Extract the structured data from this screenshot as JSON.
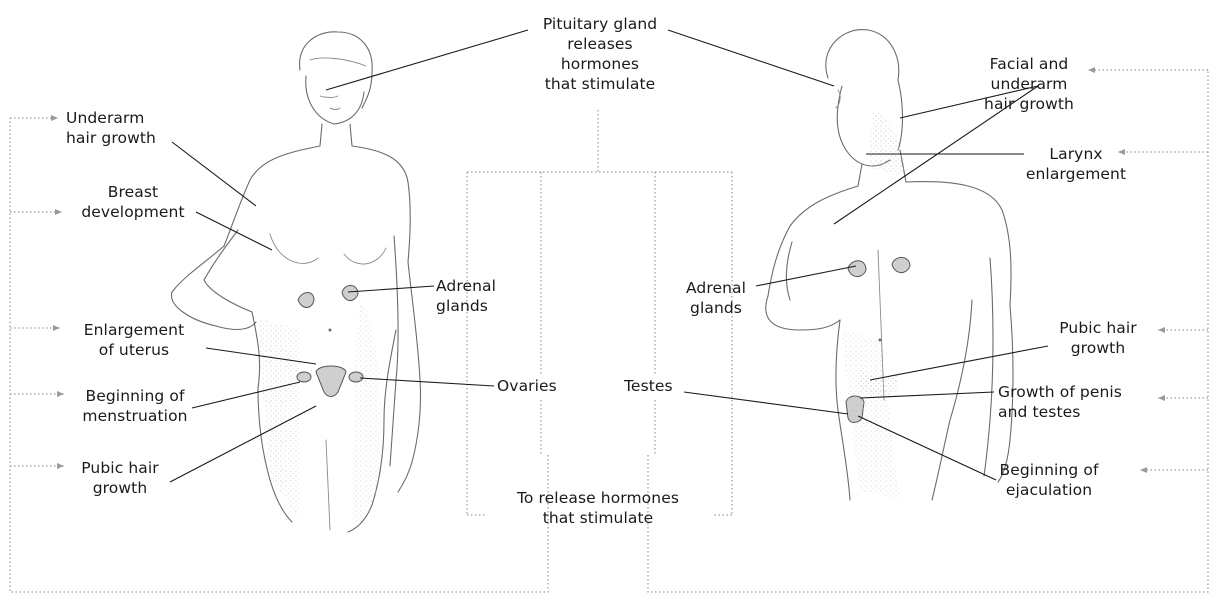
{
  "labels": {
    "pituitary": [
      "Pituitary gland",
      "releases",
      "hormones",
      "that stimulate"
    ],
    "underarm_female": [
      "Underarm",
      "hair growth"
    ],
    "breast": [
      "Breast",
      "development"
    ],
    "adrenal_female": [
      "Adrenal",
      "glands"
    ],
    "uterus": [
      "Enlargement",
      "of uterus"
    ],
    "menstruation": [
      "Beginning of",
      "menstruation"
    ],
    "pubic_female": [
      "Pubic hair",
      "growth"
    ],
    "ovaries": "Ovaries",
    "release": [
      "To release hormones",
      "that stimulate"
    ],
    "testes": "Testes",
    "adrenal_male": [
      "Adrenal",
      "glands"
    ],
    "facial_hair": [
      "Facial and",
      "underarm",
      "hair growth"
    ],
    "larynx": [
      "Larynx",
      "enlargement"
    ],
    "pubic_male": [
      "Pubic hair",
      "growth"
    ],
    "penis": [
      "Growth of penis",
      "and testes"
    ],
    "ejaculation": [
      "Beginning of",
      "ejaculation"
    ]
  },
  "colors": {
    "text": "#1a1a1a",
    "figure_outline": "#6b6b6b",
    "dotted_connector": "#9a9a9a",
    "gland_fill": "#cfcfcf"
  }
}
